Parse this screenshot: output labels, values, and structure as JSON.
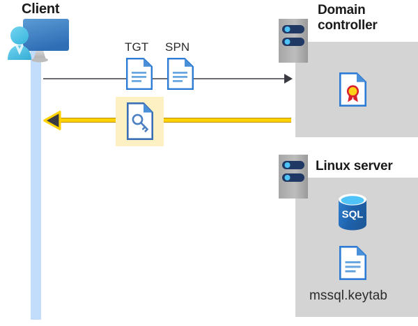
{
  "diagram": {
    "title_client": "Client",
    "title_domain_controller": "Domain\ncontroller",
    "title_domain_controller_line1": "Domain",
    "title_domain_controller_line2": "controller",
    "title_linux_server": "Linux server",
    "labels": {
      "tgt": "TGT",
      "spn": "SPN",
      "keytab_file": "mssql.keytab",
      "sql_database": "SQL"
    },
    "icons": {
      "client_user": "user-monitor-icon",
      "tgt_document": "document-icon",
      "spn_document": "document-icon",
      "ticket_key_document": "key-document-icon",
      "certificate_document": "certificate-document-icon",
      "sql_database": "sql-database-icon",
      "keytab_document": "document-icon",
      "dc_server": "server-rack-icon",
      "linux_server": "server-rack-icon"
    },
    "flows": [
      {
        "name": "request-flow",
        "direction": "client-to-domain-controller",
        "color": "#6b6b72",
        "carries": [
          "TGT",
          "SPN"
        ]
      },
      {
        "name": "response-flow",
        "direction": "domain-controller-to-client",
        "color": "#ffd200",
        "carries": [
          "service-ticket"
        ],
        "highlighted": true
      }
    ],
    "colors": {
      "lifeline": "#c2dcfb",
      "panel": "#d4d4d4",
      "highlight": "#fdf0c3",
      "accent_blue": "#2c7bd4",
      "arrow_gray": "#6b6b72",
      "arrow_yellow": "#ffd200",
      "server_navy": "#1f3864",
      "sql_blue": "#1f6fc4"
    }
  }
}
